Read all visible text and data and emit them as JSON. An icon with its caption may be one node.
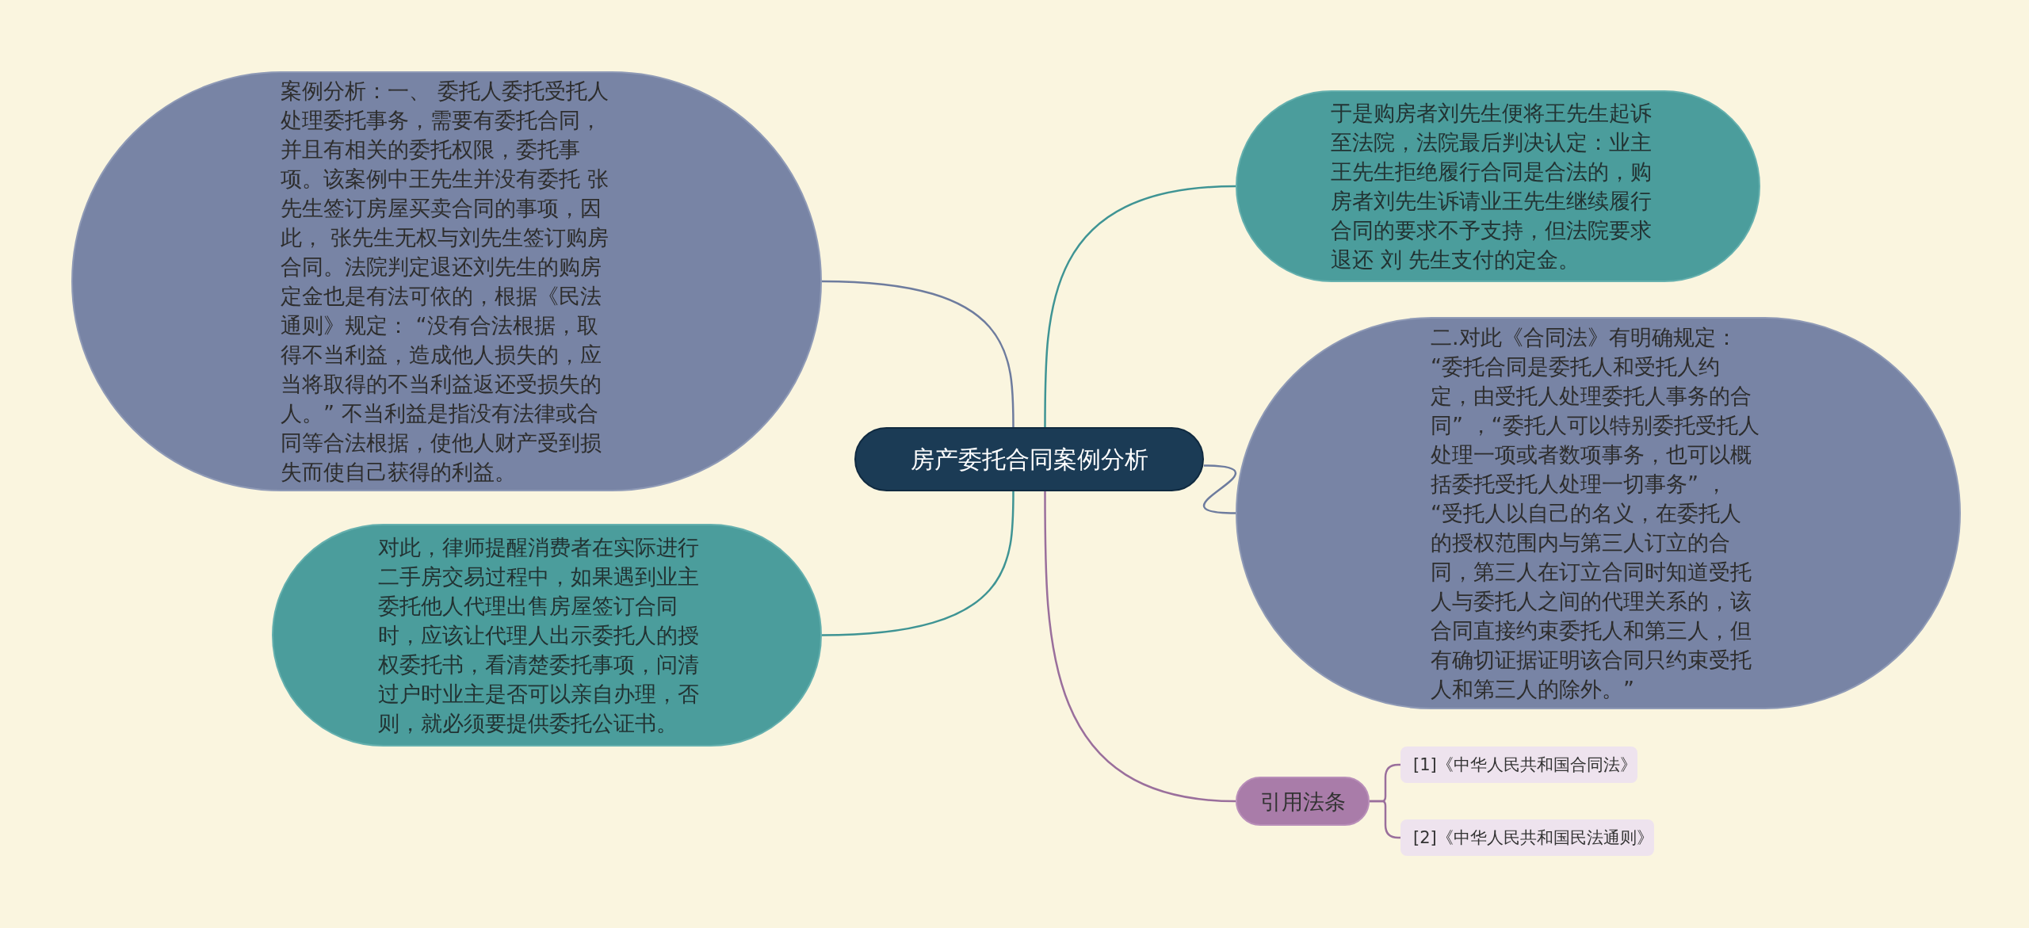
{
  "diagram": {
    "nodes": [
      {
        "text": [
          "房产委托合同案例分析"
        ]
      },
      {
        "text": [
          "案例分析：一、 委托人委托受托人处理委托事务，需要有委托合同，并且有相关的委托权限，委托事项。该案例中王先生并没有委托 张先生签订房屋买卖合同的事项，因此， 张先生无权与刘先生签订购房合同。法院判定退还刘先生的购房定金也是有法可依的，根据《民法通则》规定： “没有合法根据，取得不当利益，造成他人损失的，应当将取得的不当利益返还受损失的人。” 不当利益是指没有法律或合同等合法根据，使他人财产受到损失而使自己获得的利益。"
        ]
      },
      {
        "text": [
          "对此，律师提醒消费者在实际进行二手房交易过程中，如果遇到业主委托他人代理出售房屋签订合同时，应该让代理人出示委托人的授权委托书，看清楚委托事项，问清过户时业主是否可以亲自办理，否则，就必须要提供委托公证书。"
        ]
      },
      {
        "text": [
          "于是购房者刘先生便将王先生起诉至法院，法院最后判决认定：业主王先生拒绝履行合同是合法的，购房者刘先生诉请业王先生继续履行合同的要求不予支持，但法院要求退还 刘 先生支付的定金。"
        ]
      },
      {
        "text": [
          "二.对此《合同法》有明确规定： “委托合同是委托人和受托人约定，由受托人处理委托人事务的合同” ，“委托人可以特别委托受托人处理一项或者数项事务，也可以概括委托受托人处理一切事务” ， “受托人以自己的名义，在委托人的授权范围内与第三人订立的合同，第三人在订立合同时知道受托人与委托人之间的代理关系的，该合同直接约束委托人和第三人，但有确切证据证明该合同只约束受托人和第三人的除外。”"
        ]
      },
      {
        "text": [
          "引用法条"
        ]
      },
      {
        "text": [
          "[1]《中华人民共和国合同法》"
        ]
      },
      {
        "text": [
          "[2]《中华人民共和国民法通则》"
        ]
      }
    ],
    "edges": [
      {
        "from": 0,
        "to": 1,
        "arrow": "none",
        "color": "#6e7c9e"
      },
      {
        "from": 0,
        "to": 2,
        "arrow": "none",
        "color": "#3f9494"
      },
      {
        "from": 0,
        "to": 3,
        "arrow": "none",
        "color": "#3f9494"
      },
      {
        "from": 0,
        "to": 4,
        "arrow": "none",
        "color": "#6e7c9e"
      },
      {
        "from": 0,
        "to": 5,
        "arrow": "none",
        "color": "#9a6f9c"
      },
      {
        "from": 5,
        "to": 6,
        "arrow": "none",
        "color": "#9a6f9c"
      },
      {
        "from": 5,
        "to": 7,
        "arrow": "none",
        "color": "#9a6f9c"
      }
    ]
  }
}
